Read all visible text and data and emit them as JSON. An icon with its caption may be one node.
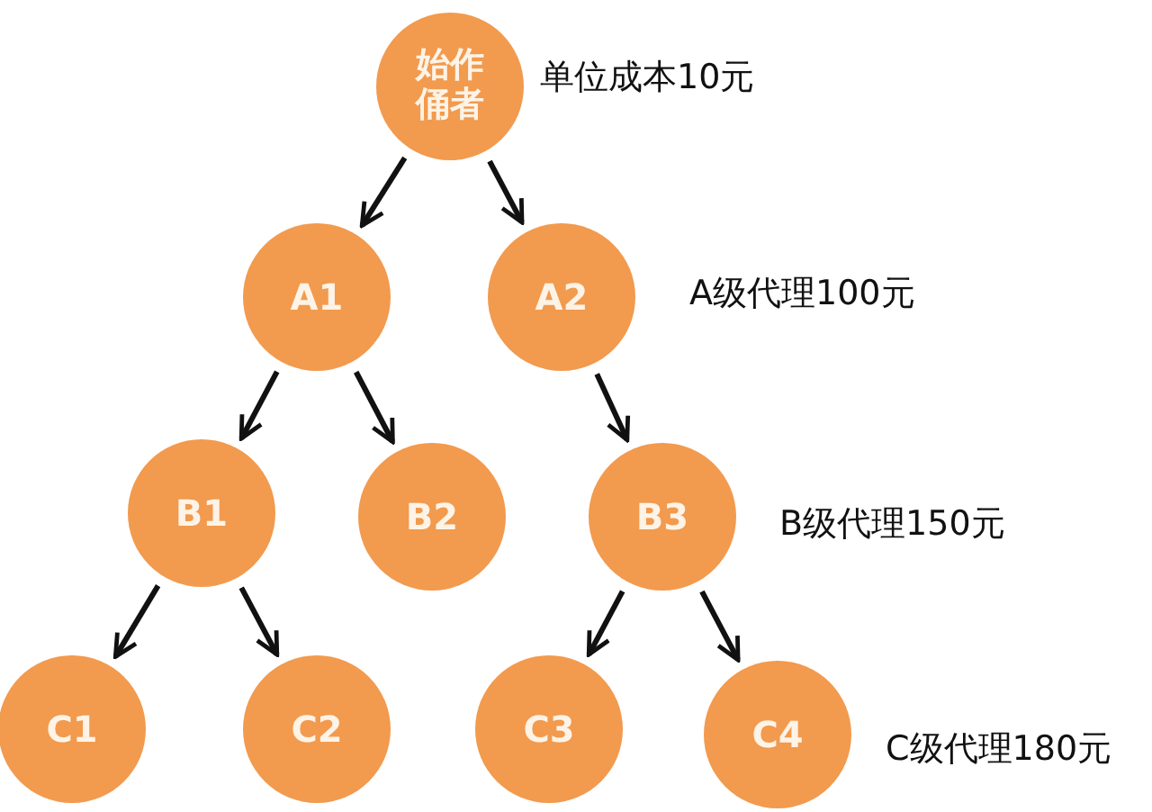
{
  "diagram": {
    "nodes": [
      {
        "text": [
          "始作俑者"
        ]
      },
      {
        "text": [
          "A1"
        ]
      },
      {
        "text": [
          "A2"
        ]
      },
      {
        "text": [
          "B1"
        ]
      },
      {
        "text": [
          "B2"
        ]
      },
      {
        "text": [
          "B3"
        ]
      },
      {
        "text": [
          "C1"
        ]
      },
      {
        "text": [
          "C2"
        ]
      },
      {
        "text": [
          "C3"
        ]
      },
      {
        "text": [
          "C4"
        ]
      }
    ],
    "edges": [
      {
        "from": 0,
        "to": 1,
        "arrow": "to"
      },
      {
        "from": 0,
        "to": 2,
        "arrow": "to"
      },
      {
        "from": 1,
        "to": 3,
        "arrow": "to"
      },
      {
        "from": 1,
        "to": 4,
        "arrow": "to"
      },
      {
        "from": 2,
        "to": 5,
        "arrow": "to"
      },
      {
        "from": 3,
        "to": 6,
        "arrow": "to"
      },
      {
        "from": 3,
        "to": 7,
        "arrow": "to"
      },
      {
        "from": 5,
        "to": 8,
        "arrow": "to"
      },
      {
        "from": 5,
        "to": 9,
        "arrow": "to"
      }
    ],
    "labels": [
      "单位成本10元",
      "A级代理100元",
      "B级代理150元",
      "C级代理180元"
    ]
  }
}
